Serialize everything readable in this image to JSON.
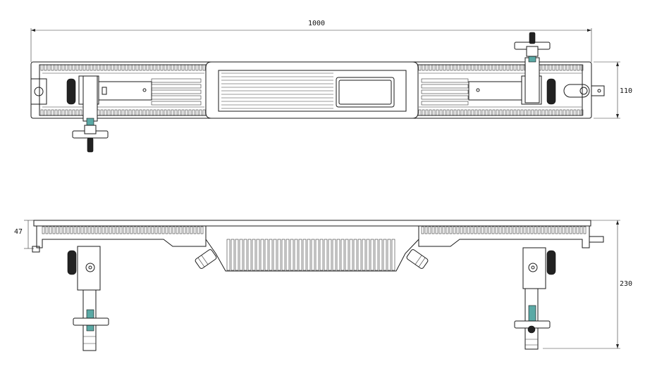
{
  "dimensions": {
    "width": "1000",
    "height_top": "110",
    "height_side": "47",
    "total_depth": "230"
  },
  "colors": {
    "line": "#1a1a1a",
    "background": "#ffffff",
    "accent_clamp": "#5aa9a5"
  }
}
